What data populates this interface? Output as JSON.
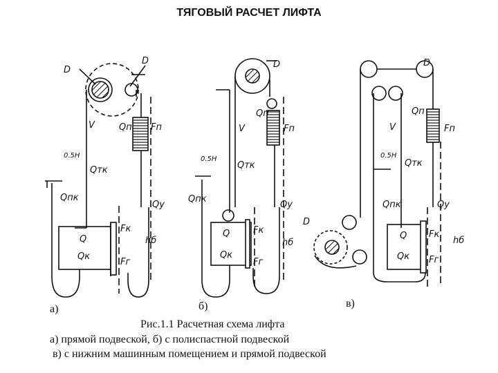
{
  "title": "ТЯГОВЫЙ РАСЧЕТ ЛИФТА",
  "labels": {
    "D": "D",
    "V": "V",
    "Qp": "Qп",
    "Fp": "Fп",
    "half_H": "0.5H",
    "Qtk": "Qтк",
    "Qpk": "Qпк",
    "Qy": "Qу",
    "Q": "Q",
    "Qk": "Qк",
    "Fk": "Fк",
    "Fg": "Fг",
    "hb": "hб"
  },
  "panels": [
    {
      "label": "а)"
    },
    {
      "label": "б)"
    },
    {
      "label": "в)"
    }
  ],
  "caption": {
    "line1": "Рис.1.1  Расчетная схема лифта",
    "line2": "а)  прямой подвеской, б) с полиспастной подвеской",
    "line3": "в) с нижним машинным помещением и прямой подвеской"
  }
}
